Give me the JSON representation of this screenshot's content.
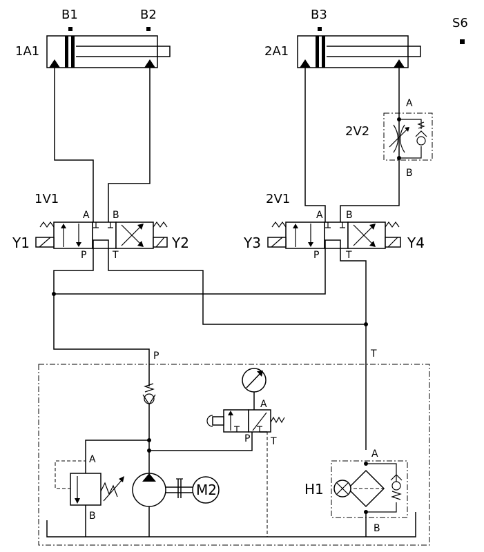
{
  "components": {
    "cylinder_1": {
      "label": "1A1",
      "sensor_left": "B1",
      "sensor_right": "B2"
    },
    "cylinder_2": {
      "label": "2A1",
      "sensor_left": "B3"
    },
    "sensor_s6": {
      "label": "S6"
    },
    "valve_1": {
      "label": "1V1",
      "solenoid_left": "Y1",
      "solenoid_right": "Y2",
      "port_a": "A",
      "port_b": "B",
      "port_p": "P",
      "port_t": "T"
    },
    "valve_2": {
      "label": "2V1",
      "solenoid_left": "Y3",
      "solenoid_right": "Y4",
      "port_a": "A",
      "port_b": "B",
      "port_p": "P",
      "port_t": "T"
    },
    "flow_valve": {
      "label": "2V2",
      "port_a": "A",
      "port_b": "B"
    },
    "supply_lines": {
      "pressure": "P",
      "tank": "T"
    },
    "gauge_valve": {
      "port_a": "A",
      "port_p": "P",
      "port_t": "T"
    },
    "relief_valve": {
      "port_a": "A",
      "port_b": "B"
    },
    "motor": {
      "label": "M2"
    },
    "filter": {
      "label": "H1",
      "port_a": "A",
      "port_b": "B"
    }
  }
}
